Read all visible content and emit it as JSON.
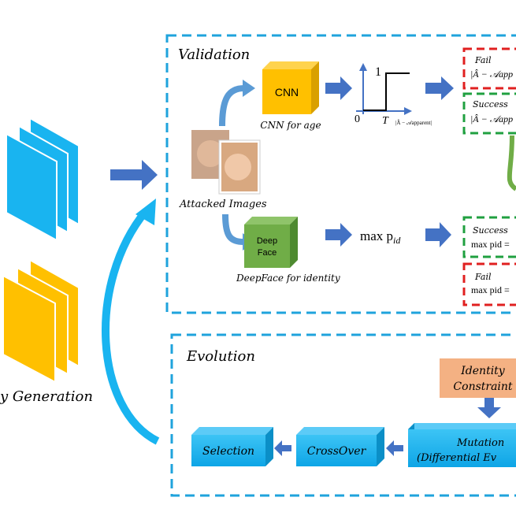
{
  "colors": {
    "dash_blue": "#1fa3dc",
    "arrow_blue": "#4472c4",
    "cyan": "#19b4f0",
    "yellow": "#ffc000",
    "green": "#70ad47",
    "orange": "#f4b183",
    "fail_red": "#e02020",
    "success_green": "#20a040"
  },
  "left": {
    "generation_label": "y Generation"
  },
  "validation": {
    "title": "Validation",
    "cnn_label": "CNN",
    "cnn_caption": "CNN for age",
    "attacked_caption": "Attacked Images",
    "deepface_label_1": "Deep",
    "deepface_label_2": "Face",
    "deepface_caption": "DeepFace for identity",
    "max_pid": "max p",
    "max_pid_sub": "id",
    "step": {
      "y_one": "1",
      "origin": "0",
      "threshold": "T",
      "x_axis": "|Â − 𝒜apparent|"
    },
    "age_fail": {
      "title": "Fail",
      "expr": "|Â − 𝒜app"
    },
    "age_success": {
      "title": "Success",
      "expr": "|Â − 𝒜app"
    },
    "id_success": {
      "title": "Success",
      "expr": "max pid ="
    },
    "id_fail": {
      "title": "Fail",
      "expr": "max pid ="
    }
  },
  "evolution": {
    "title": "Evolution",
    "identity_1": "Identity",
    "identity_2": "Constraint",
    "mutation_1": "Mutation",
    "mutation_2": "(Differential Ev",
    "crossover": "CrossOver",
    "selection": "Selection"
  }
}
